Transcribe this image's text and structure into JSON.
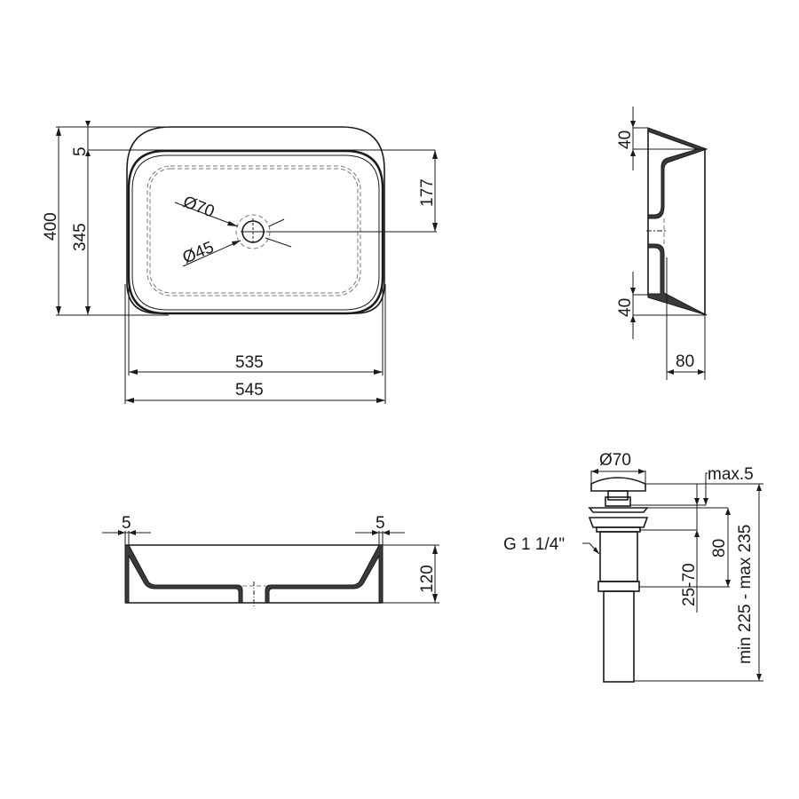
{
  "drawing": {
    "title": "Washbasin technical drawing",
    "units": "mm",
    "line_color": "#1a1a1a",
    "background": "#ffffff"
  },
  "top_view": {
    "dims": {
      "overall_depth": "400",
      "inner_depth": "345",
      "rim_offset": "5",
      "drain_offset": "177",
      "inner_width": "535",
      "overall_width": "545",
      "drain_outer_diameter": "Ø70",
      "drain_inner_diameter": "Ø45"
    }
  },
  "side_view": {
    "dims": {
      "top_flare": "40",
      "bottom_flare": "40",
      "depth": "80"
    }
  },
  "section_view": {
    "dims": {
      "left_wall": "5",
      "right_wall": "5",
      "height": "120"
    }
  },
  "drain_fitting": {
    "dims": {
      "cap_diameter": "Ø70",
      "cap_gap": "max.5",
      "thread": "G 1 1/4\"",
      "body_height": "80",
      "clamp_range": "25-70",
      "total_length": "min 225 - max 235"
    }
  }
}
